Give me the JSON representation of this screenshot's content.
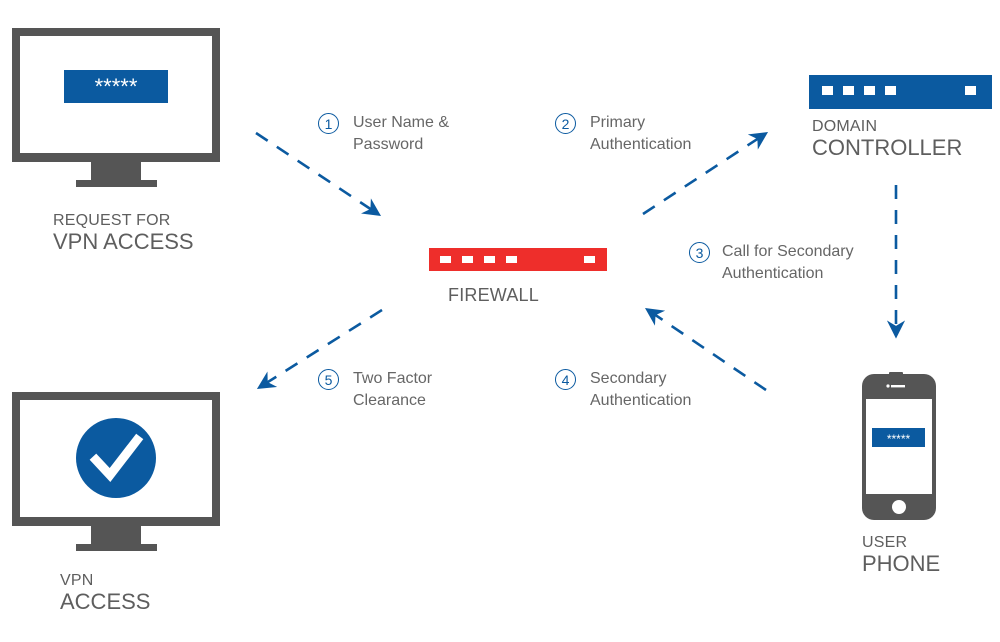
{
  "colors": {
    "accent_blue": "#0b5aa0",
    "firewall_red": "#ee2e2b",
    "device_gray": "#555555",
    "screen": "#ffffff"
  },
  "nodes": {
    "request_pc": {
      "line1": "REQUEST FOR",
      "line2": "VPN ACCESS",
      "screen_text": "*****",
      "icon": "monitor-icon"
    },
    "domain_controller": {
      "line1": "DOMAIN",
      "line2": "CONTROLLER",
      "icon": "server-icon"
    },
    "firewall": {
      "line1": "FIREWALL",
      "icon": "firewall-icon"
    },
    "phone": {
      "line1": "USER",
      "line2": "PHONE",
      "screen_text": "*****",
      "icon": "smartphone-icon"
    },
    "access_pc": {
      "line1": "VPN",
      "line2": "ACCESS",
      "icon": "checkmark-icon"
    }
  },
  "steps": [
    {
      "num": "1",
      "line1": "User Name &",
      "line2": "Password"
    },
    {
      "num": "2",
      "line1": "Primary",
      "line2": "Authentication"
    },
    {
      "num": "3",
      "line1": "Call for Secondary",
      "line2": "Authentication"
    },
    {
      "num": "4",
      "line1": "Secondary",
      "line2": "Authentication"
    },
    {
      "num": "5",
      "line1": "Two Factor",
      "line2": "Clearance"
    }
  ],
  "edges": [
    {
      "from": "request_pc",
      "to": "firewall",
      "step": "1"
    },
    {
      "from": "firewall",
      "to": "domain_controller",
      "step": "2"
    },
    {
      "from": "domain_controller",
      "to": "phone",
      "step": "3"
    },
    {
      "from": "phone",
      "to": "firewall",
      "step": "4"
    },
    {
      "from": "firewall",
      "to": "access_pc",
      "step": "5"
    }
  ]
}
